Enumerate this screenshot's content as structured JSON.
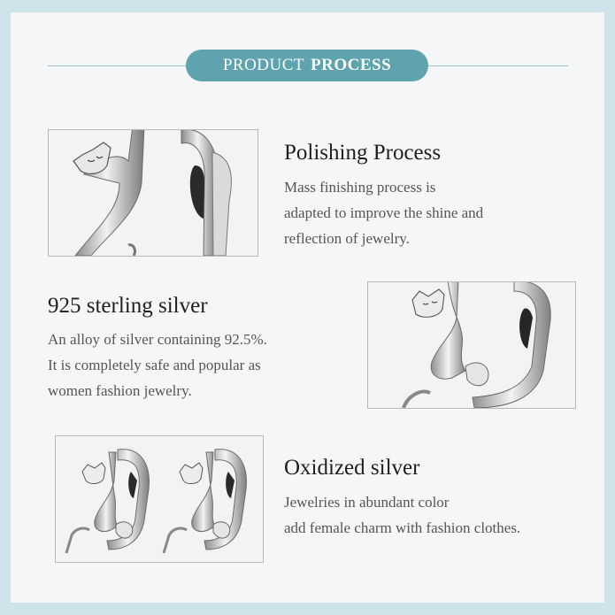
{
  "header": {
    "title_light": "PRODUCT",
    "title_bold": "PROCESS"
  },
  "sections": [
    {
      "heading": "Polishing Process",
      "lines": [
        "Mass finishing process is",
        "adapted to improve the shine and",
        "reflection of jewelry."
      ]
    },
    {
      "heading": "925 sterling silver",
      "lines": [
        "An alloy of silver containing 92.5%.",
        "It is completely safe and popular as",
        "women fashion jewelry."
      ]
    },
    {
      "heading": "Oxidized silver",
      "lines": [
        "Jewelries in abundant color",
        "add female charm with fashion clothes."
      ]
    }
  ],
  "colors": {
    "background": "#cfe3ea",
    "panel": "#f5f6f7",
    "accent": "#5fa3ae"
  }
}
